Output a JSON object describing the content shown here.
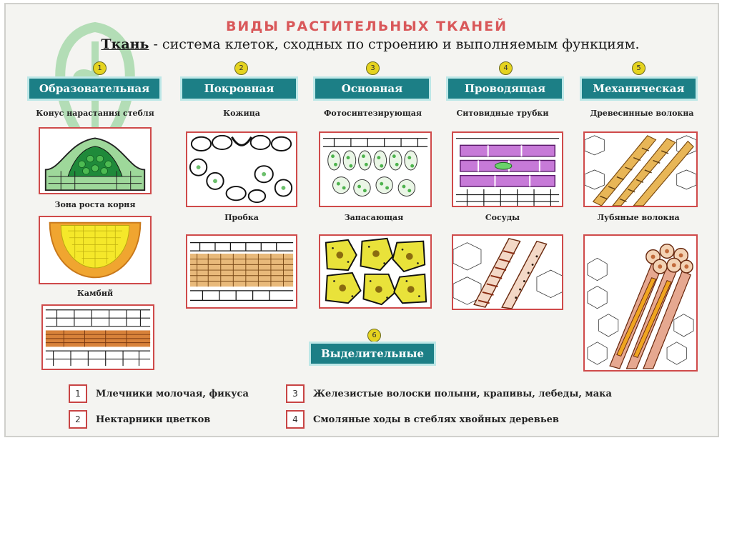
{
  "title": "ВИДЫ РАСТИТЕЛЬНЫХ ТКАНЕЙ",
  "definition": {
    "term": "Ткань",
    "rest": " - система клеток, сходных по строению и выполняемым функциям."
  },
  "categories": [
    {
      "number": "1",
      "label": "Образовательная"
    },
    {
      "number": "2",
      "label": "Покровная"
    },
    {
      "number": "3",
      "label": "Основная"
    },
    {
      "number": "4",
      "label": "Проводящая"
    },
    {
      "number": "5",
      "label": "Механическая"
    },
    {
      "number": "6",
      "label": "Выделительные"
    }
  ],
  "labels": {
    "edu1": "Конус нарастания стебля",
    "edu2": "Зона роста корня",
    "edu3": "Камбий",
    "cov1": "Кожица",
    "cov2": "Пробка",
    "bas1": "Фотосинтезирующая",
    "bas2": "Запасающая",
    "con1": "Ситовидные трубки",
    "con2": "Сосуды",
    "mec1": "Древесинные волокна",
    "mec2": "Лубяные волокна"
  },
  "excretory_items": [
    {
      "number": "1",
      "text": "Млечники молочая, фикуса"
    },
    {
      "number": "2",
      "text": "Нектарники цветков"
    },
    {
      "number": "3",
      "text": "Железистые волоски полыни, крапивы, лебеды, мака"
    },
    {
      "number": "4",
      "text": "Смоляные ходы в стеблях хвойных деревьев"
    }
  ],
  "colors": {
    "title": "#d9585a",
    "category_bg": "#1c7f86",
    "frame": "#cf4a4a",
    "badge": "#e5d31f"
  }
}
